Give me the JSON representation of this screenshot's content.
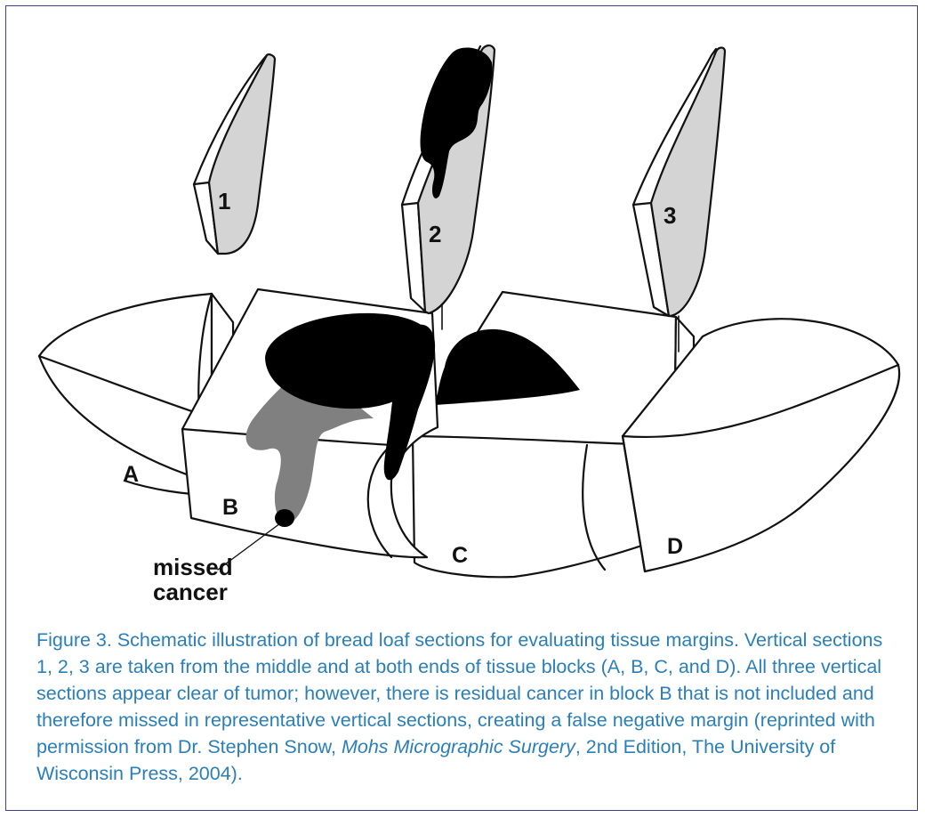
{
  "labels": {
    "section_1": "1",
    "section_2": "2",
    "section_3": "3",
    "block_a": "A",
    "block_b": "B",
    "block_c": "C",
    "block_d": "D",
    "missed_line1": "missed",
    "missed_line2": "cancer"
  },
  "caption": {
    "lead": "Figure 3. Schematic illustration of bread loaf sections for evaluating tissue margins. Vertical sections 1, 2, 3 are taken from the middle and at both ends of tissue blocks (A, B, C, and D). All three vertical sections appear clear of tumor; however, there is residual cancer in block B that is not included and therefore missed in representative vertical sections, creating a false negative margin (reprinted with permission from Dr. Stephen Snow, ",
    "book_title": "Mohs Micrographic Surgery",
    "tail": ", 2nd Edition, The University of Wisconsin Press, 2004)."
  },
  "colors": {
    "frame": "#3d3f8f",
    "caption_text": "#2a7fb8",
    "section_fill": "#d4d4d4",
    "tumor": "#000000",
    "missed_tumor": "#808080"
  }
}
